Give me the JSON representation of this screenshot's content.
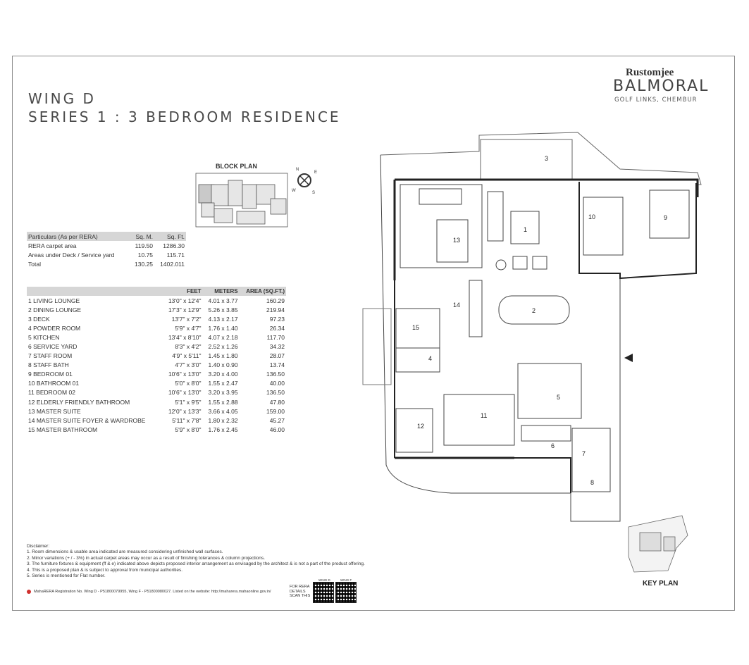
{
  "header": {
    "title_line1": "WING D",
    "title_line2": "SERIES 1 : 3 BEDROOM RESIDENCE"
  },
  "brand": {
    "top": "Rustomjee",
    "name": "BALMORAL",
    "sub": "GOLF LINKS, CHEMBUR"
  },
  "block_plan": {
    "label": "BLOCK PLAN"
  },
  "compass_letters": [
    "N",
    "E",
    "S",
    "W"
  ],
  "rera_table": {
    "headers": [
      "Particulars (As per RERA)",
      "Sq. M.",
      "Sq. Ft."
    ],
    "rows": [
      [
        "RERA carpet area",
        "119.50",
        "1286.30"
      ],
      [
        "Areas under Deck / Service yard",
        "10.75",
        "115.71"
      ],
      [
        "Total",
        "130.25",
        "1402.011"
      ]
    ]
  },
  "rooms_table": {
    "headers": [
      "",
      "FEET",
      "METERS",
      "AREA (SQ.FT.)"
    ],
    "rows": [
      [
        "1 LIVING LOUNGE",
        "13'0\" x 12'4\"",
        "4.01 x 3.77",
        "160.29"
      ],
      [
        "2 DINING LOUNGE",
        "17'3\" x 12'9\"",
        "5.26 x 3.85",
        "219.94"
      ],
      [
        "3 DECK",
        "13'7\" x 7'2\"",
        "4.13 x 2.17",
        "97.23"
      ],
      [
        "4 POWDER ROOM",
        "5'9\" x 4'7\"",
        "1.76 x 1.40",
        "26.34"
      ],
      [
        "5 KITCHEN",
        "13'4\" x 8'10\"",
        "4.07 x 2.18",
        "117.70"
      ],
      [
        "6 SERVICE YARD",
        "8'3\" x 4'2\"",
        "2.52 x 1.26",
        "34.32"
      ],
      [
        "7 STAFF ROOM",
        "4'9\" x 5'11\"",
        "1.45 x 1.80",
        "28.07"
      ],
      [
        "8 STAFF BATH",
        "4'7\" x 3'0\"",
        "1.40 x 0.90",
        "13.74"
      ],
      [
        "9 BEDROOM 01",
        "10'6\" x 13'0\"",
        "3.20 x 4.00",
        "136.50"
      ],
      [
        "10 BATHROOM 01",
        "5'0\" x 8'0\"",
        "1.55 x 2.47",
        "40.00"
      ],
      [
        "11 BEDROOM 02",
        "10'6\" x 13'0\"",
        "3.20 x 3.95",
        "136.50"
      ],
      [
        "12 ELDERLY FRIENDLY BATHROOM",
        "5'1\" x 9'5\"",
        "1.55 x 2.88",
        "47.80"
      ],
      [
        "13 MASTER SUITE",
        "12'0\" x 13'3\"",
        "3.66 x 4.05",
        "159.00"
      ],
      [
        "14 MASTER SUITE FOYER & WARDROBE",
        "5'11\" x 7'8\"",
        "1.80 x 2.32",
        "45.27"
      ],
      [
        "15 MASTER BATHROOM",
        "5'9\" x 8'0\"",
        "1.76 x 2.45",
        "46.00"
      ]
    ]
  },
  "disclaimer": {
    "heading": "Disclaimer:",
    "lines": [
      "1. Room dimensions & usable area indicated are measured considering unfinished wall surfaces.",
      "2. Minor variations (+ / - 3%) in actual carpet areas may occur as a result of finishing tolerances & column projections.",
      "3. The furniture fixtures & equipment (ff & e) indicated above depicts proposed interior arrangement as envisaged by the architect & is not a part of the product offering.",
      "4. This is a proposed plan & is subject to approval from municipal authorities.",
      "5. Series is mentioned for Flat number."
    ]
  },
  "maharera": "MahaRERA Registration No. Wing D - P51800079955, Wing F - P51800080027. Listed on the website: http://maharera.mahaonline.gov.in/",
  "qr": {
    "text_lines": [
      "FOR RERA",
      "DETAILS",
      "SCAN THIS"
    ],
    "label_d": "WING D",
    "label_f": "WING F"
  },
  "key_plan": {
    "label": "KEY PLAN"
  },
  "floor_plan": {
    "room_numbers": [
      "1",
      "2",
      "3",
      "4",
      "5",
      "6",
      "7",
      "8",
      "9",
      "10",
      "11",
      "12",
      "13",
      "14",
      "15"
    ]
  }
}
